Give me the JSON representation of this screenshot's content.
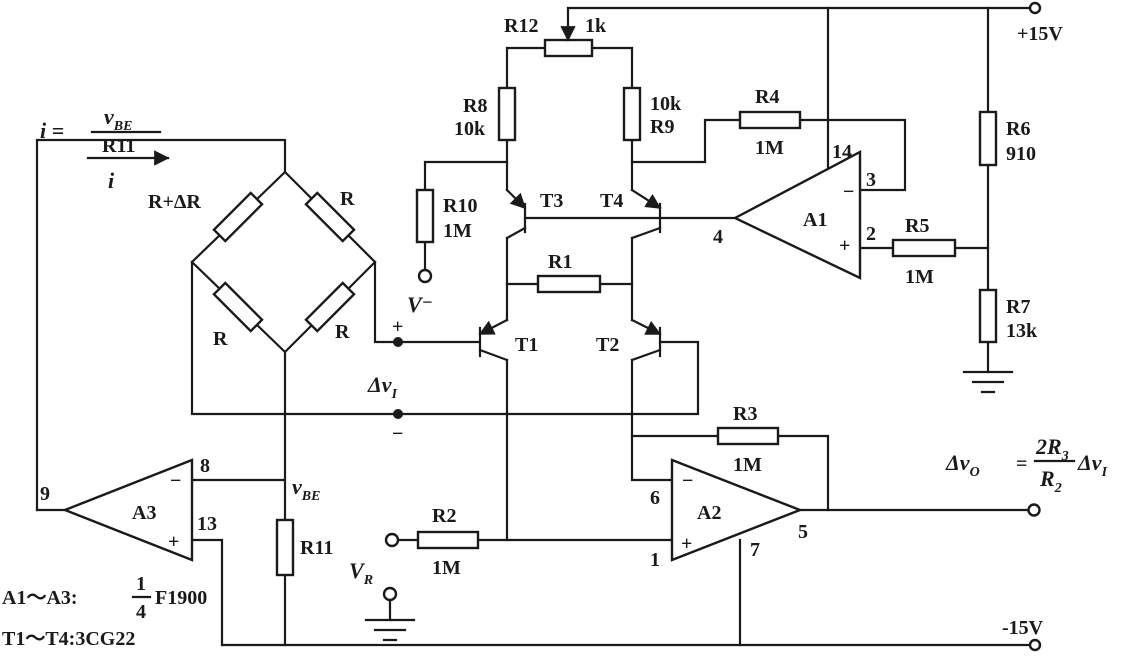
{
  "supply": {
    "pos": "+15V",
    "neg": "-15V"
  },
  "opamps": {
    "a1": {
      "name": "A1",
      "pins": {
        "inv": "3",
        "noninv": "2",
        "out": "4",
        "vcc": "14"
      }
    },
    "a2": {
      "name": "A2",
      "pins": {
        "inv": "6",
        "noninv": "1",
        "out": "5",
        "vee": "7"
      }
    },
    "a3": {
      "name": "A3",
      "pins": {
        "inv": "8",
        "noninv": "13",
        "out": "9"
      }
    }
  },
  "resistors": {
    "r1": {
      "name": "R1"
    },
    "r2": {
      "name": "R2",
      "value": "1M"
    },
    "r3": {
      "name": "R3",
      "value": "1M"
    },
    "r4": {
      "name": "R4",
      "value": "1M"
    },
    "r5": {
      "name": "R5",
      "value": "1M"
    },
    "r6": {
      "name": "R6",
      "value": "910"
    },
    "r7": {
      "name": "R7",
      "value": "13k"
    },
    "r8": {
      "name": "R8",
      "value": "10k"
    },
    "r9": {
      "name": "R9",
      "value": "10k"
    },
    "r10": {
      "name": "R10",
      "value": "1M"
    },
    "r11": {
      "name": "R11"
    },
    "r12": {
      "name": "R12",
      "value": "1k"
    }
  },
  "bridge": {
    "r_top_left": "R+ΔR",
    "r_top_right": "R",
    "r_bottom_left": "R",
    "r_bottom_right": "R"
  },
  "transistors": {
    "t1": "T1",
    "t2": "T2",
    "t3": "T3",
    "t4": "T4"
  },
  "signals": {
    "vminus": "V",
    "vminus_sign": "−",
    "vr": "V",
    "vr_sub": "R",
    "dvi": "Δv",
    "dvi_sub": "I",
    "plus": "+",
    "minus": "−",
    "vbe": "v",
    "vbe_sub": "BE"
  },
  "current_formula": {
    "lhs": "i =",
    "num": "v",
    "num_sub": "BE",
    "den": "R11",
    "arrow_label": "i"
  },
  "output_formula": {
    "lhs": "Δv",
    "lhs_sub": "O",
    "eq": "=",
    "num": "2R",
    "num_sub": "3",
    "den": "R",
    "den_sub": "2",
    "rhs": "Δv",
    "rhs_sub": "I"
  },
  "notes": {
    "line1_prefix": "A1～A3:",
    "frac_num": "1",
    "frac_den": "4",
    "line1_suffix": "F1900",
    "line2": "T1～T4:3CG22"
  }
}
